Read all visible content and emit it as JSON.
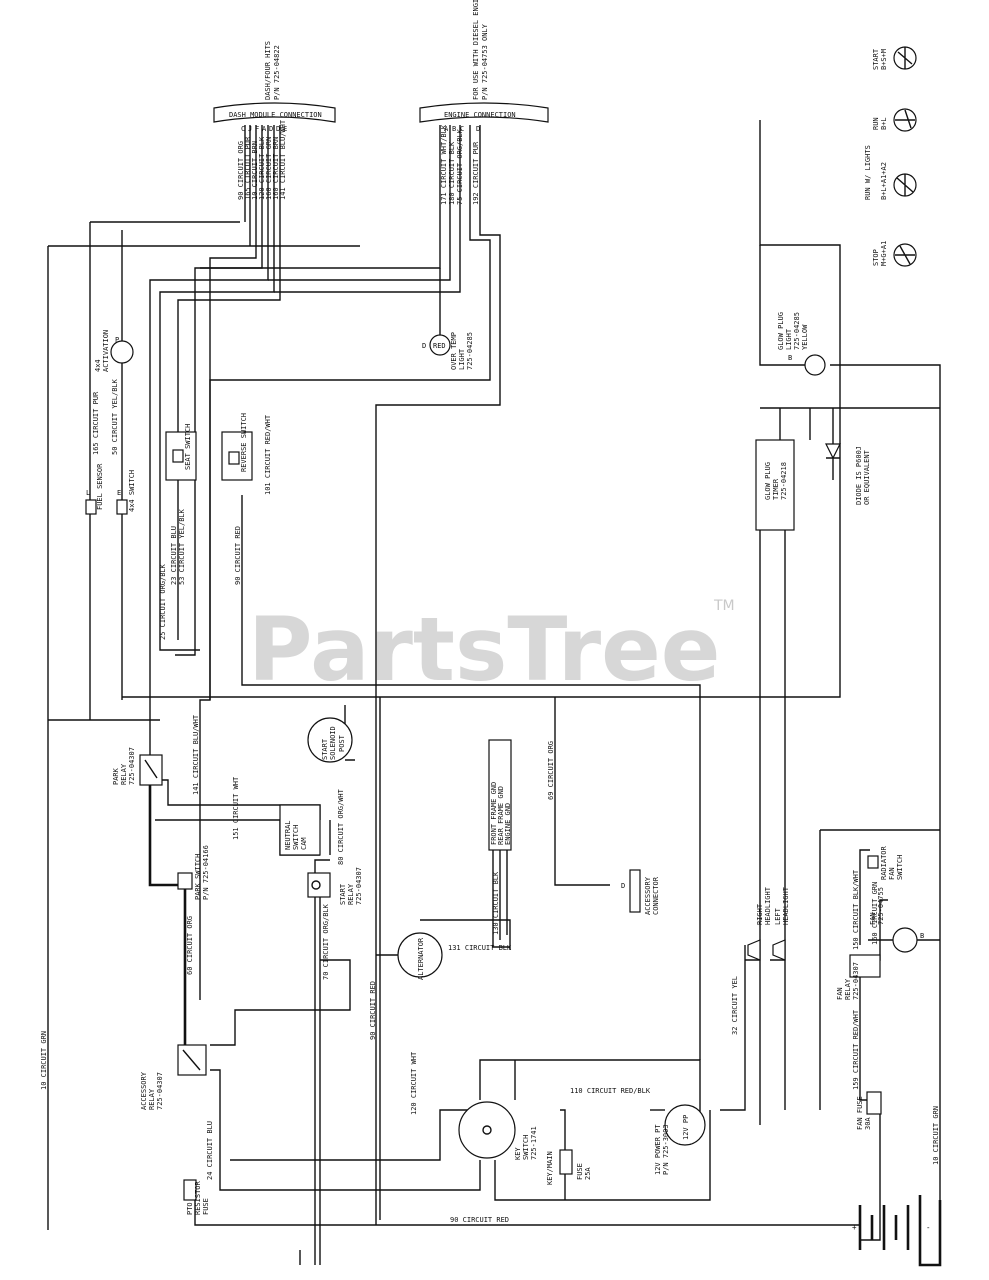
{
  "watermark": {
    "brand": "PartsTree",
    "trademark": "TM"
  },
  "connectors": {
    "dash": {
      "label": "DASH MODULE CONNECTION",
      "note": "DASH/FOUR HITS",
      "part": "P/N 725-04822"
    },
    "engine": {
      "label": "ENGINE CONNECTION",
      "note": "FOR USE WITH DIESEL ENGINE HARNESS",
      "part": "P/N 725-04753 ONLY"
    }
  },
  "dash_wires": [
    {
      "pin": "C",
      "label": "90 CIRCUIT ORG"
    },
    {
      "pin": "J",
      "label": "165 CIRCUIT PUR"
    },
    {
      "pin": "F",
      "label": "10 CIRCUIT BRN"
    },
    {
      "pin": "A",
      "label": "120 CIRCUIT BLK"
    },
    {
      "pin": "D",
      "label": "160 CIRCUIT GRN"
    },
    {
      "pin": "D",
      "label": "160 CIRCUIT BRN"
    },
    {
      "pin": "E",
      "label": "141 CIRCUIT BLU/WHT"
    }
  ],
  "engine_wires": [
    {
      "pin": "A",
      "label": "171 CIRCUIT WHT/BLK"
    },
    {
      "pin": "B",
      "label": "180 CIRCUIT BLK"
    },
    {
      "pin": "C",
      "label": "75 CIRCUIT ORG/BLK"
    },
    {
      "pin": "D",
      "label": "192 CIRCUIT PUR"
    }
  ],
  "key_positions": [
    {
      "title": "START",
      "code": "B+S+M"
    },
    {
      "title": "RUN",
      "code": "B+L"
    },
    {
      "title": "RUN W/ LIGHTS",
      "code": "B+L+A1+A2"
    },
    {
      "title": "STOP",
      "code": "M+G+A1"
    }
  ],
  "components": {
    "activation": {
      "line1": "4x4",
      "line2": "ACTIVATION",
      "pin": "P"
    },
    "fuel_sensor": {
      "label": "FUEL SENSOR",
      "pin": "L"
    },
    "sw_4x4": {
      "label": "4x4 SWITCH",
      "pin": "E"
    },
    "over_temp": {
      "line1": "OVER TEMP",
      "line2": "LIGHT",
      "part": "725-04285",
      "color": "RED",
      "pin": "D"
    },
    "glow_light": {
      "line1": "GLOW PLUG",
      "line2": "LIGHT",
      "part": "725-04285",
      "color": "YELLOW",
      "pin": "B"
    },
    "glow_timer": {
      "line1": "GLOW PLUG",
      "line2": "TIMER",
      "part": "725-04218"
    },
    "diode": {
      "label": "DIODE IS P600J",
      "note": "OR EQUIVALENT"
    },
    "seat_sw": {
      "label": "SEAT SWITCH"
    },
    "reverse_sw": {
      "label": "REVERSE SWITCH"
    },
    "park_relay": {
      "line1": "PARK",
      "line2": "RELAY",
      "part": "725-04307"
    },
    "park_switch": {
      "line1": "PARK SWITCH",
      "part": "P/N 725-04166"
    },
    "neutral_sw": {
      "line1": "NEUTRAL",
      "line2": "SWITCH",
      "line3": "CAM"
    },
    "start_sol": {
      "line1": "START",
      "line2": "SOLENOID",
      "pin": "POST"
    },
    "start_relay": {
      "line1": "START",
      "line2": "RELAY",
      "part": "725-04307"
    },
    "accessory_relay": {
      "line1": "ACCESSORY",
      "line2": "RELAY",
      "part": "725-04307"
    },
    "pto": {
      "line1": "PTO",
      "line2": "RESISTOR",
      "line3": "FUSE"
    },
    "alternator": {
      "label": "ALTERNATOR"
    },
    "key_switch": {
      "line1": "KEY",
      "line2": "SWITCH",
      "part": "725-1741"
    },
    "fuse_main": {
      "line1": "KEY/MAIN",
      "line2": "FUSE",
      "line3": "25A"
    },
    "power_pt": {
      "inner": "12V PP",
      "line1": "12V POWER PT",
      "part": "P/N 725-3003"
    },
    "right_hl": {
      "line1": "RIGHT",
      "line2": "HEADLIGHT"
    },
    "left_hl": {
      "line1": "LEFT",
      "line2": "HEADLIGHT"
    },
    "acc_conn": {
      "line1": "ACCESSORY",
      "line2": "CONNECTOR",
      "pin": "D"
    },
    "ground_block": {
      "l1": "FRONT FRAME GND",
      "l2": "REAR FRAME GND",
      "l3": "ENGINE GND"
    },
    "fan_relay": {
      "line1": "FAN",
      "line2": "RELAY",
      "part": "725-04307"
    },
    "fan": {
      "line1": "FAN",
      "part": "725-04755",
      "pin": "B"
    },
    "fan_fuse": {
      "line1": "FAN FUSE",
      "line2": "30A"
    },
    "radiator_sw": {
      "line1": "RADIATOR",
      "line2": "FAN",
      "line3": "SWITCH"
    },
    "battery": {
      "pos": "+",
      "neg": "-"
    }
  },
  "wire_labels": {
    "w165": "165 CIRCUIT PUR",
    "w50": "50 CIRCUIT YEL/BLK",
    "w101": "101 CIRCUIT RED/WHT",
    "w25": "25 CIRCUIT ORG/BLK",
    "w23": "23 CIRCUIT BLU",
    "w53": "53 CIRCUIT YEL/BLK",
    "w90r": "90 CIRCUIT RED",
    "w141": "141 CIRCUIT BLU/WHT",
    "w151": "151 CIRCUIT WHT",
    "w80": "80 CIRCUIT ORG/WHT",
    "w60": "60 CIRCUIT ORG",
    "w70": "70 CIRCUIT ORG/BLK",
    "w90": "90 CIRCUIT RED",
    "w130": "130 CIRCUIT BLK",
    "w131": "131 CIRCUIT BLK",
    "w69": "69 CIRCUIT ORG",
    "w32": "32 CIRCUIT YEL",
    "w110": "110 CIRCUIT RED/BLK",
    "w120": "120 CIRCUIT WHT",
    "w24": "24 CIRCUIT BLU",
    "w10": "10 CIRCUIT GRN",
    "w10b": "10 CIRCUIT GRN",
    "w90b": "90 CIRCUIT RED",
    "w150": "150 CIRCUIT BLK/WHT",
    "w159": "159 CIRCUIT RED/WHT",
    "w160": "160 CIRCUIT GRN"
  }
}
